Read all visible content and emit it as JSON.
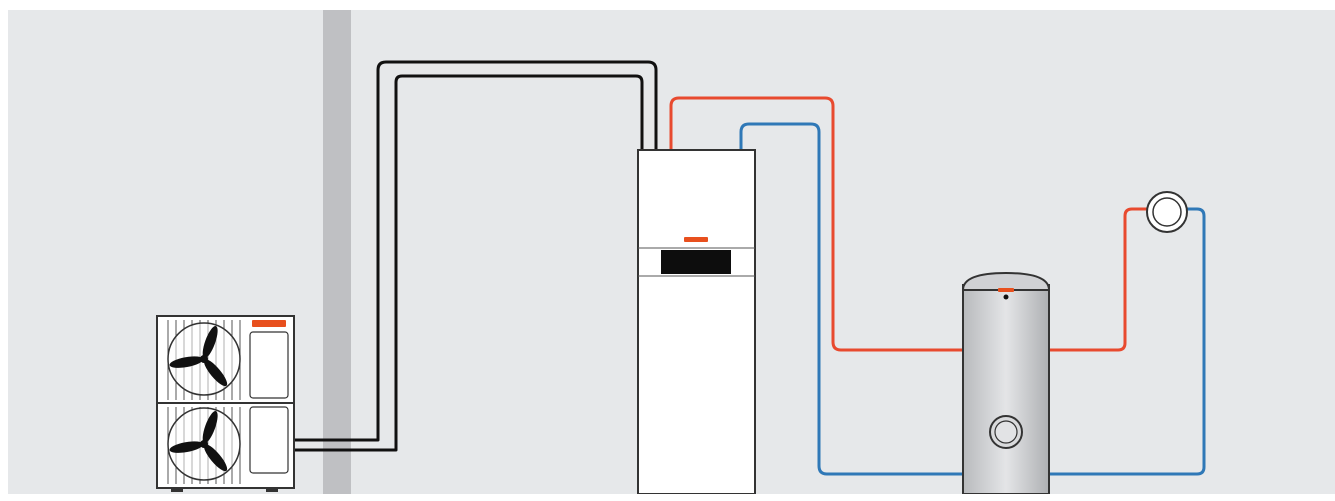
{
  "diagram": {
    "colors": {
      "background": "#e6e8ea",
      "wall": "#bfc0c3",
      "refrigerant_line": "#111111",
      "flow_line": "#e84a2f",
      "return_line": "#2f78b7",
      "brand_logo": "#e8501e",
      "unit_outline": "#333333",
      "unit_fill": "#ffffff",
      "tank_body": "#d6d7d9"
    },
    "components": {
      "outdoor_unit": {
        "icon": "fan-icon",
        "fan_count": 2
      },
      "wall": {
        "icon": "wall"
      },
      "indoor_unit": {
        "icon": "heat-pump-indoor-unit",
        "has_display_panel": true
      },
      "dhw_cylinder": {
        "icon": "hot-water-cylinder",
        "has_inspection_port": true
      },
      "radiator_symbol": {
        "icon": "circle-symbol"
      }
    }
  }
}
